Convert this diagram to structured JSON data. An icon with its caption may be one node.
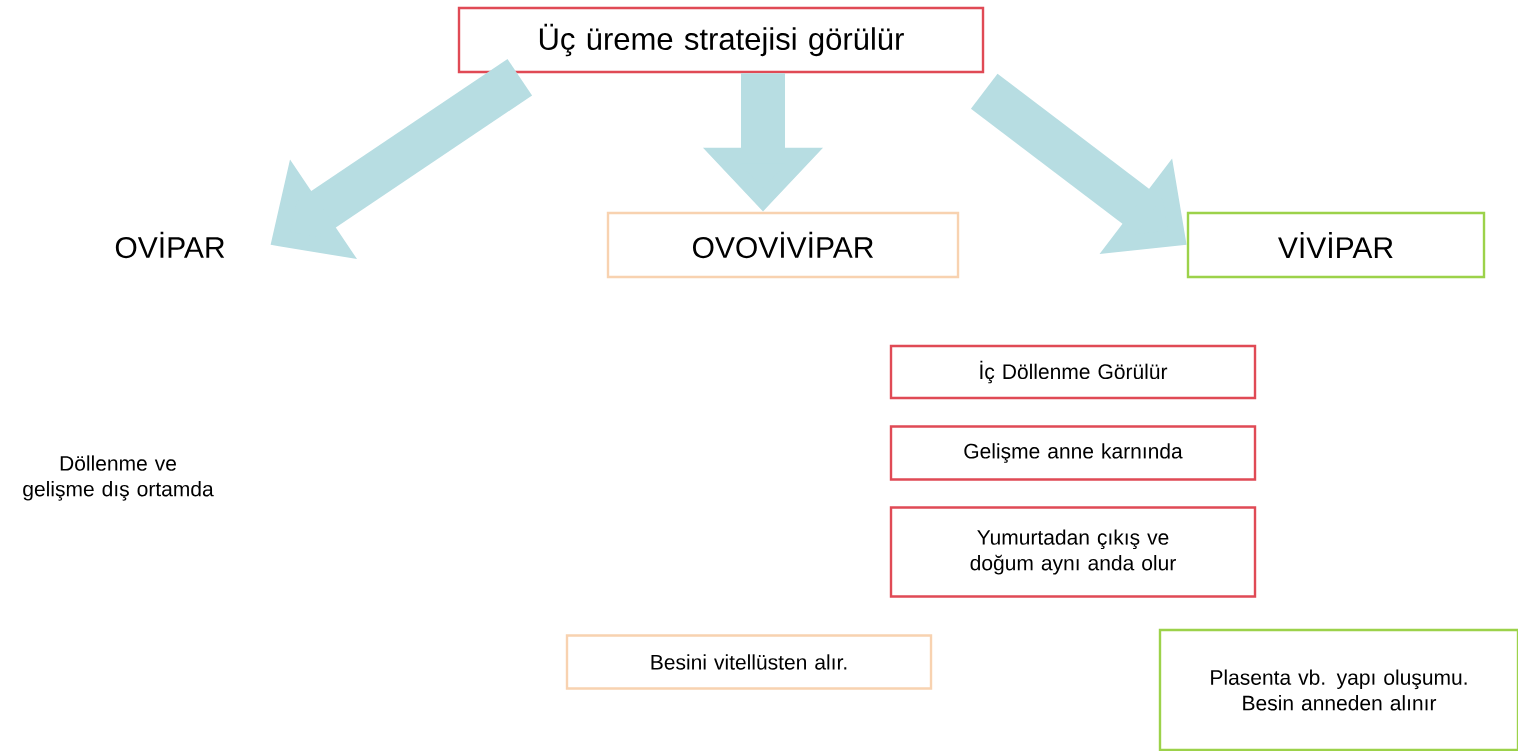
{
  "diagram": {
    "nodes": [
      {
        "text": [
          "Üç üreme stratejisi görülür"
        ]
      },
      {
        "text": [
          "OVİPAR"
        ]
      },
      {
        "text": [
          "OVOVİVİPAR"
        ]
      },
      {
        "text": [
          "VİVİPAR"
        ]
      },
      {
        "text": [
          "Döllenme ve gelişme dış ortamda"
        ]
      },
      {
        "text": [
          "İç Döllenme Görülür"
        ]
      },
      {
        "text": [
          "Gelişme anne karnında"
        ]
      },
      {
        "text": [
          "Yumurtadan çıkış ve doğum aynı anda olur"
        ]
      },
      {
        "text": [
          "Besini vitellüsten alır."
        ]
      },
      {
        "text": [
          "Plasenta vb. yapı oluşumu. Besin anneden alınır"
        ]
      }
    ],
    "edges": [
      {
        "from": 0,
        "to": 1,
        "arrow": "to"
      },
      {
        "from": 0,
        "to": 2,
        "arrow": "to"
      },
      {
        "from": 0,
        "to": 3,
        "arrow": "to"
      }
    ]
  }
}
